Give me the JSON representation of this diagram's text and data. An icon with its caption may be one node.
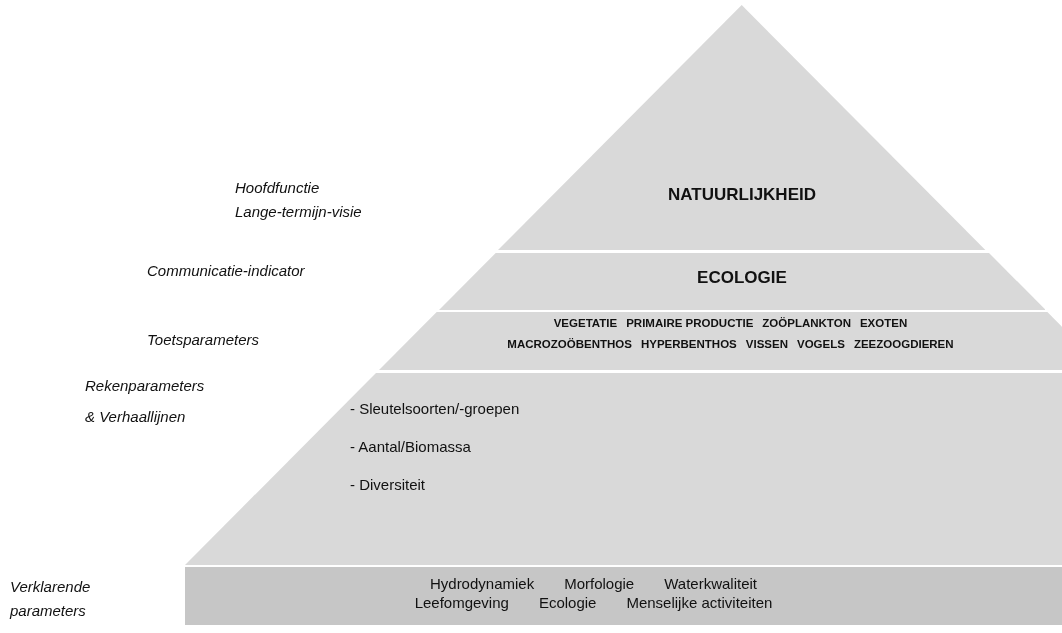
{
  "diagram": {
    "nodes": [
      {
        "text": [
          "NATUURLIJKHEID"
        ]
      },
      {
        "text": [
          "ECOLOGIE"
        ]
      },
      {
        "text": [
          "VEGETATIE",
          "PRIMAIRE PRODUCTIE",
          "ZOÖPLANKTON",
          "EXOTEN",
          "MACROZOÖBENTHOS",
          "HYPERBENTHOS",
          "VISSEN",
          "VOGELS",
          "ZEEZOOGDIEREN"
        ]
      },
      {
        "text": [
          "- Sleutelsoorten/-groepen",
          "- Aantal/Biomassa",
          "- Diversiteit"
        ]
      },
      {
        "text": [
          "Hydrodynamiek",
          "Morfologie",
          "Waterkwaliteit",
          "Leefomgeving",
          "Ecologie",
          "Menselijke activiteiten"
        ]
      }
    ],
    "labels": [
      "Hoofdfunctie Lange-termijn-visie",
      "Communicatie-indicator",
      "Toetsparameters",
      "Rekenparameters & Verhaallijnen",
      "Verklarende parameters"
    ]
  }
}
